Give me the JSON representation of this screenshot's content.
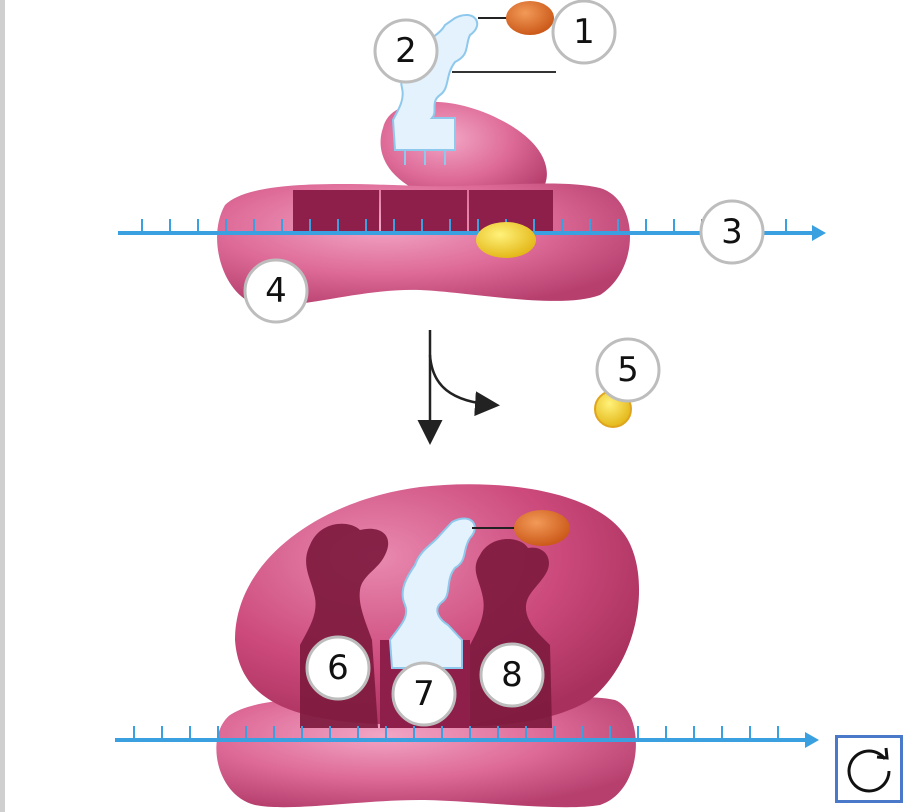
{
  "callouts": [
    {
      "id": "1",
      "label": "1"
    },
    {
      "id": "2",
      "label": "2"
    },
    {
      "id": "3",
      "label": "3"
    },
    {
      "id": "4",
      "label": "4"
    },
    {
      "id": "5",
      "label": "5"
    },
    {
      "id": "6",
      "label": "6"
    },
    {
      "id": "7",
      "label": "7"
    },
    {
      "id": "8",
      "label": "8"
    }
  ],
  "colors": {
    "ribosome": "#d9608f",
    "ribosome_light": "#ee9bbd",
    "ribosome_dark": "#b33a6a",
    "site_dark": "#7e1a3e",
    "trna": "#e2f1fb",
    "trna_edge": "#8ec8ec",
    "mrna": "#3aa0e0",
    "amino_acid": "#e06d28",
    "factor": "#f3d22b",
    "callout_fill": "#ffffff",
    "callout_stroke": "#bdbdbd",
    "reset_border": "#4a79c9"
  },
  "icons": {
    "reset": "reset-icon"
  }
}
